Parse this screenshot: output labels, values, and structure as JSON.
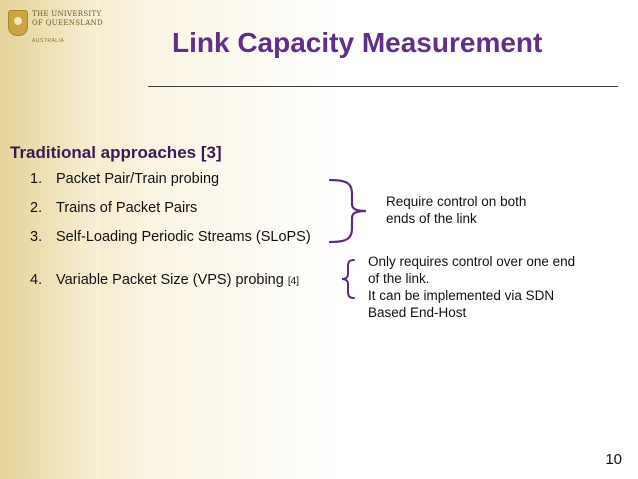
{
  "header": {
    "logo": {
      "line1": "THE UNIVERSITY",
      "line2": "OF QUEENSLAND",
      "line3": "AUSTRALIA"
    },
    "title": "Link Capacity Measurement"
  },
  "content": {
    "section_title": "Traditional approaches [3]",
    "items": [
      {
        "number": "1.",
        "text": "Packet Pair/Train probing",
        "ref": ""
      },
      {
        "number": "2.",
        "text": "Trains of Packet Pairs",
        "ref": ""
      },
      {
        "number": "3.",
        "text": "Self-Loading Periodic Streams (SLoPS)",
        "ref": ""
      },
      {
        "number": "4.",
        "text": "Variable Packet Size (VPS) probing ",
        "ref": "[4]"
      }
    ],
    "notes": [
      {
        "lines": [
          "Require control on both",
          "ends of the link"
        ]
      },
      {
        "lines": [
          "Only requires control over one end",
          "of the link.",
          "It can be implemented via SDN",
          "Based End-Host"
        ]
      }
    ]
  },
  "footer": {
    "page_number": "10"
  },
  "colors": {
    "title": "#5f2f89",
    "section": "#3a1a55",
    "band": "#e6d39a"
  }
}
